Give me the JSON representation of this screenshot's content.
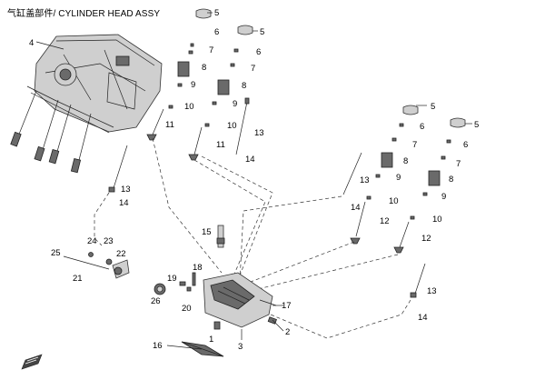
{
  "title": {
    "chinese": "气缸盖部件",
    "separator": "/",
    "english": "CYLINDER HEAD ASSY"
  },
  "callouts": [
    {
      "id": "c-4",
      "text": "4"
    },
    {
      "id": "c-5a",
      "text": "5"
    },
    {
      "id": "c-6a",
      "text": "6"
    },
    {
      "id": "c-7a",
      "text": "7"
    },
    {
      "id": "c-8a",
      "text": "8"
    },
    {
      "id": "c-9a",
      "text": "9"
    },
    {
      "id": "c-10a",
      "text": "10"
    },
    {
      "id": "c-11a",
      "text": "11"
    },
    {
      "id": "c-5b",
      "text": "5"
    },
    {
      "id": "c-6b",
      "text": "6"
    },
    {
      "id": "c-7b",
      "text": "7"
    },
    {
      "id": "c-8b",
      "text": "8"
    },
    {
      "id": "c-9b",
      "text": "9"
    },
    {
      "id": "c-10b",
      "text": "10"
    },
    {
      "id": "c-11b",
      "text": "11"
    },
    {
      "id": "c-13a",
      "text": "13"
    },
    {
      "id": "c-14a",
      "text": "14"
    },
    {
      "id": "c-13b",
      "text": "13"
    },
    {
      "id": "c-14b",
      "text": "14"
    },
    {
      "id": "c-5c",
      "text": "5"
    },
    {
      "id": "c-6c",
      "text": "6"
    },
    {
      "id": "c-7c",
      "text": "7"
    },
    {
      "id": "c-8c",
      "text": "8"
    },
    {
      "id": "c-9c",
      "text": "9"
    },
    {
      "id": "c-10c",
      "text": "10"
    },
    {
      "id": "c-12a",
      "text": "12"
    },
    {
      "id": "c-13c",
      "text": "13"
    },
    {
      "id": "c-14c",
      "text": "14"
    },
    {
      "id": "c-5d",
      "text": "5"
    },
    {
      "id": "c-6d",
      "text": "6"
    },
    {
      "id": "c-7d",
      "text": "7"
    },
    {
      "id": "c-8d",
      "text": "8"
    },
    {
      "id": "c-9d",
      "text": "9"
    },
    {
      "id": "c-10d",
      "text": "10"
    },
    {
      "id": "c-12b",
      "text": "12"
    },
    {
      "id": "c-13d",
      "text": "13"
    },
    {
      "id": "c-14d",
      "text": "14"
    },
    {
      "id": "c-15",
      "text": "15"
    },
    {
      "id": "c-24",
      "text": "24"
    },
    {
      "id": "c-23",
      "text": "23"
    },
    {
      "id": "c-25",
      "text": "25"
    },
    {
      "id": "c-22",
      "text": "22"
    },
    {
      "id": "c-21",
      "text": "21"
    },
    {
      "id": "c-26",
      "text": "26"
    },
    {
      "id": "c-19",
      "text": "19"
    },
    {
      "id": "c-18",
      "text": "18"
    },
    {
      "id": "c-20",
      "text": "20"
    },
    {
      "id": "c-17",
      "text": "17"
    },
    {
      "id": "c-1",
      "text": "1"
    },
    {
      "id": "c-2",
      "text": "2"
    },
    {
      "id": "c-3",
      "text": "3"
    },
    {
      "id": "c-16",
      "text": "16"
    }
  ]
}
